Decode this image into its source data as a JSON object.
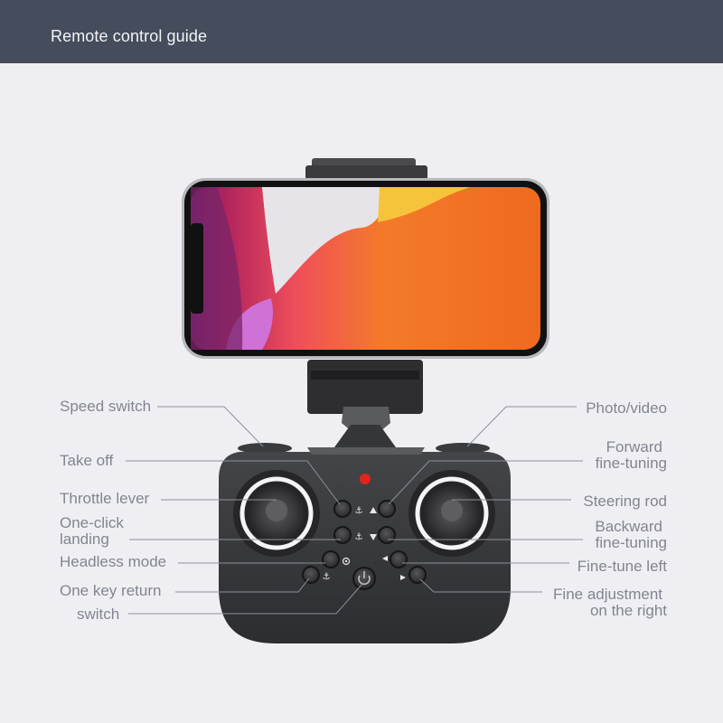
{
  "header": {
    "title": "Remote control guide",
    "background": "#454c5c"
  },
  "device": {
    "phone_screen": "wallpaper-orange-magenta",
    "indicator_led_color": "#e2231a"
  },
  "labels_left": [
    {
      "id": "speed-switch",
      "text": "Speed switch"
    },
    {
      "id": "take-off",
      "text": "Take off"
    },
    {
      "id": "throttle-lever",
      "text": "Throttle lever"
    },
    {
      "id": "one-click-landing",
      "line1": "One-click",
      "line2": "landing"
    },
    {
      "id": "headless-mode",
      "text": "Headless mode"
    },
    {
      "id": "one-key-return",
      "text": "One key return"
    },
    {
      "id": "switch",
      "text": "switch"
    }
  ],
  "labels_right": [
    {
      "id": "photo-video",
      "text": "Photo/video"
    },
    {
      "id": "forward-fine-tuning",
      "line1": "Forward",
      "line2": "fine-tuning"
    },
    {
      "id": "steering-rod",
      "text": "Steering rod"
    },
    {
      "id": "backward-fine-tuning",
      "line1": "Backward",
      "line2": "fine-tuning"
    },
    {
      "id": "fine-tune-left",
      "text": "Fine-tune left"
    },
    {
      "id": "fine-adjustment-right",
      "line1": "Fine adjustment",
      "line2": "on the right"
    }
  ],
  "colors": {
    "background": "#efeff3",
    "label_text": "#828590",
    "leader_line": "#8e919a",
    "controller_body": "#3a3b3e"
  }
}
